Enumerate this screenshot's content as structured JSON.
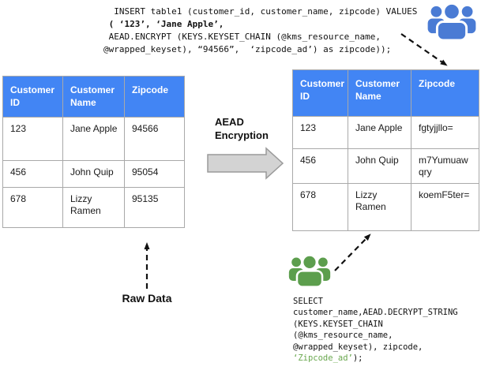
{
  "insert_sql": {
    "line1": "  INSERT table1 (customer_id, customer_name, zipcode) VALUES",
    "line2": " ( ‘123’, ‘Jane Apple’,",
    "line3": " AEAD.ENCRYPT (KEYS.KEYSET_CHAIN (@kms_resource_name,",
    "line4": "@wrapped_keyset), “94566”,  ‘zipcode_ad’) as zipcode));"
  },
  "select_sql": {
    "line1": "SELECT",
    "line2": "customer_name,AEAD.DECRYPT_STRING",
    "line3": "(KEYS.KEYSET_CHAIN",
    "line4": "(@kms_resource_name,",
    "line5": "@wrapped_keyset), zipcode,",
    "line6_green": "‘Zipcode_ad’",
    "line6_tail": ");"
  },
  "left_table": {
    "headers": [
      "Customer ID",
      "Customer Name",
      "Zipcode"
    ],
    "rows": [
      [
        "123",
        "Jane Apple",
        "94566"
      ],
      [
        "456",
        "John Quip",
        "95054"
      ],
      [
        "678",
        "Lizzy Ramen",
        "95135"
      ]
    ]
  },
  "right_table": {
    "headers": [
      "Customer ID",
      "Customer Name",
      "Zipcode"
    ],
    "rows": [
      [
        "123",
        "Jane Apple",
        "fgtyjjllo="
      ],
      [
        "456",
        "John Quip",
        "m7Yumuawqry"
      ],
      [
        "678",
        "Lizzy Ramen",
        "koemF5ter="
      ]
    ]
  },
  "labels": {
    "arrow_label": "AEAD Encryption",
    "raw_data": "Raw Data"
  },
  "icons": {
    "top_right": "users-group-icon",
    "bottom_center": "users-group-icon"
  },
  "colors": {
    "header_blue": "#4285F4",
    "users_blue": "#4A7BD4",
    "users_green": "#5C9E4D",
    "sql_green": "#6AA84F",
    "arrow_gray": "#D3D3D3",
    "arrow_outline": "#9A9A9A",
    "border_gray": "#A9A9A9"
  }
}
